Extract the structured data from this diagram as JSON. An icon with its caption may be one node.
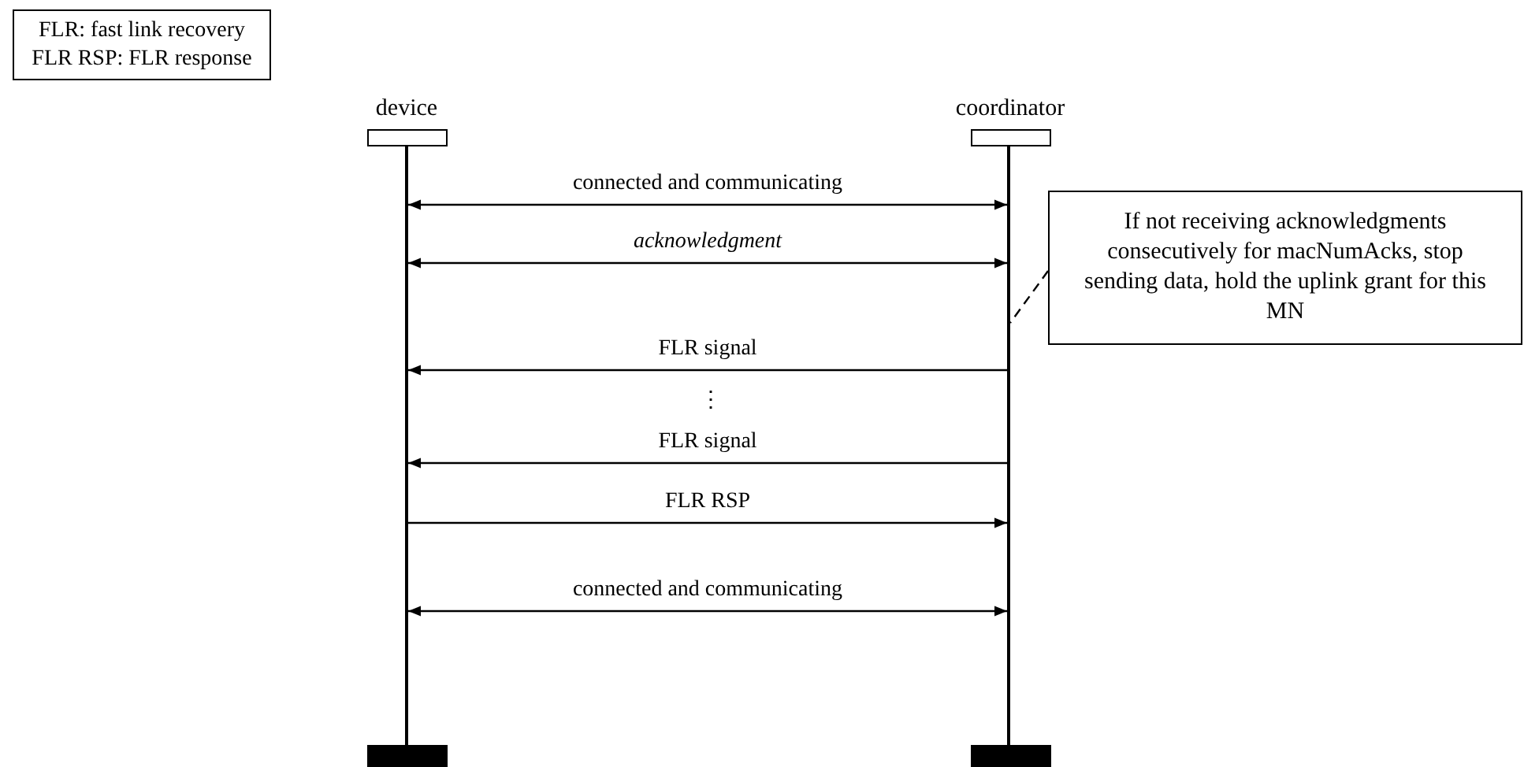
{
  "diagram": {
    "nodes": [
      {
        "text": [
          "FLR: fast link recovery",
          "FLR RSP: FLR response"
        ]
      },
      {
        "text": [
          "device"
        ]
      },
      {
        "text": [
          "coordinator"
        ]
      },
      {
        "text": [],
        "shape": "line"
      },
      {
        "text": [],
        "shape": "line"
      },
      {
        "text": [
          "If not receiving acknowledgments consecutively for macNumAcks, stop sending data, hold the uplink grant for this MN"
        ]
      }
    ],
    "edges": [
      {
        "from": 3,
        "to": 4,
        "arrow": "both",
        "label": "connected and communicating"
      },
      {
        "from": 3,
        "to": 4,
        "arrow": "both",
        "label": "acknowledgment"
      },
      {
        "from": 4,
        "to": 3,
        "arrow": "to",
        "label": "FLR signal"
      },
      {
        "from": 4,
        "to": 3,
        "arrow": "to",
        "label": "FLR signal"
      },
      {
        "from": 3,
        "to": 4,
        "arrow": "to",
        "label": "FLR RSP"
      },
      {
        "from": 3,
        "to": 4,
        "arrow": "both",
        "label": "connected and communicating"
      },
      {
        "from": 5,
        "to": 4,
        "arrow": "none",
        "style": "dashed"
      }
    ],
    "labels": [
      "⋮"
    ]
  }
}
